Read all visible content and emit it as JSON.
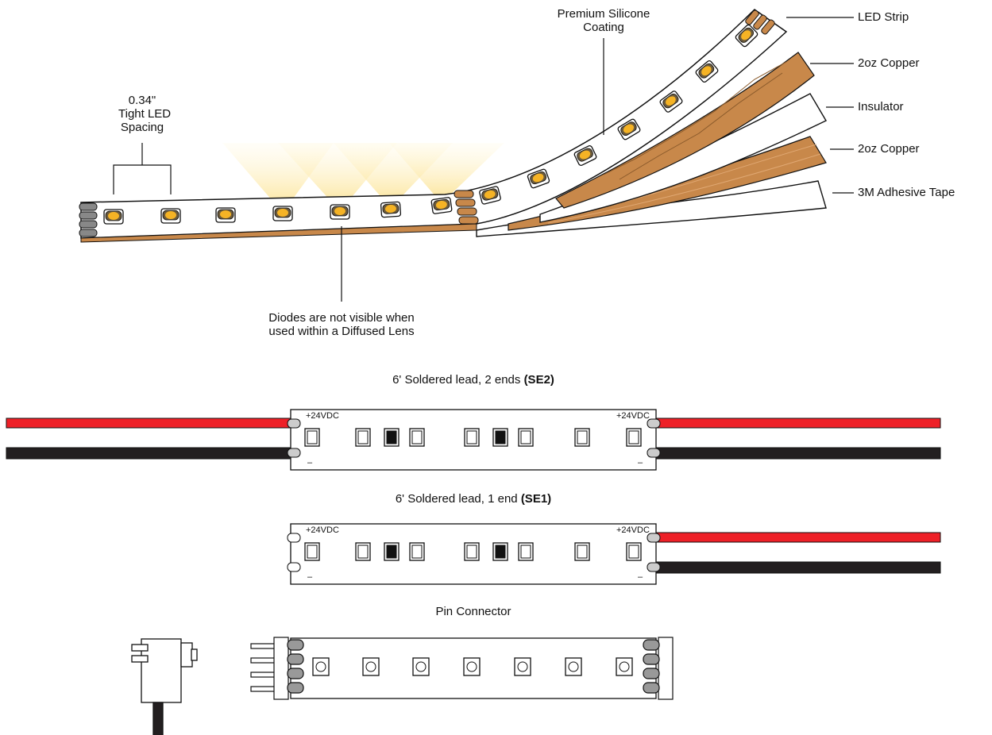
{
  "top": {
    "spacing_label": [
      "0.34\"",
      "Tight LED",
      "Spacing"
    ],
    "silicone_label": [
      "Premium Silicone",
      "Coating"
    ],
    "diodes_note": [
      "Diodes are not visible when",
      "used within a Diffused Lens"
    ],
    "layers": [
      {
        "label": "LED Strip"
      },
      {
        "label": "2oz Copper"
      },
      {
        "label": "Insulator"
      },
      {
        "label": "2oz Copper"
      },
      {
        "label": "3M Adhesive Tape"
      }
    ]
  },
  "se2": {
    "title_prefix": "6' Soldered lead, 2 ends ",
    "title_code": "(SE2)",
    "plus_label": "+24VDC",
    "minus_label": "–"
  },
  "se1": {
    "title_prefix": "6' Soldered lead, 1 end ",
    "title_code": "(SE1)",
    "plus_label": "+24VDC",
    "minus_label": "–"
  },
  "pin": {
    "title": "Pin Connector"
  },
  "colors": {
    "red_wire": "#ee2027",
    "black_wire": "#231f20",
    "copper": "#c8884a",
    "led_yellow": "#f5b325",
    "glow": "#fff3c4"
  }
}
